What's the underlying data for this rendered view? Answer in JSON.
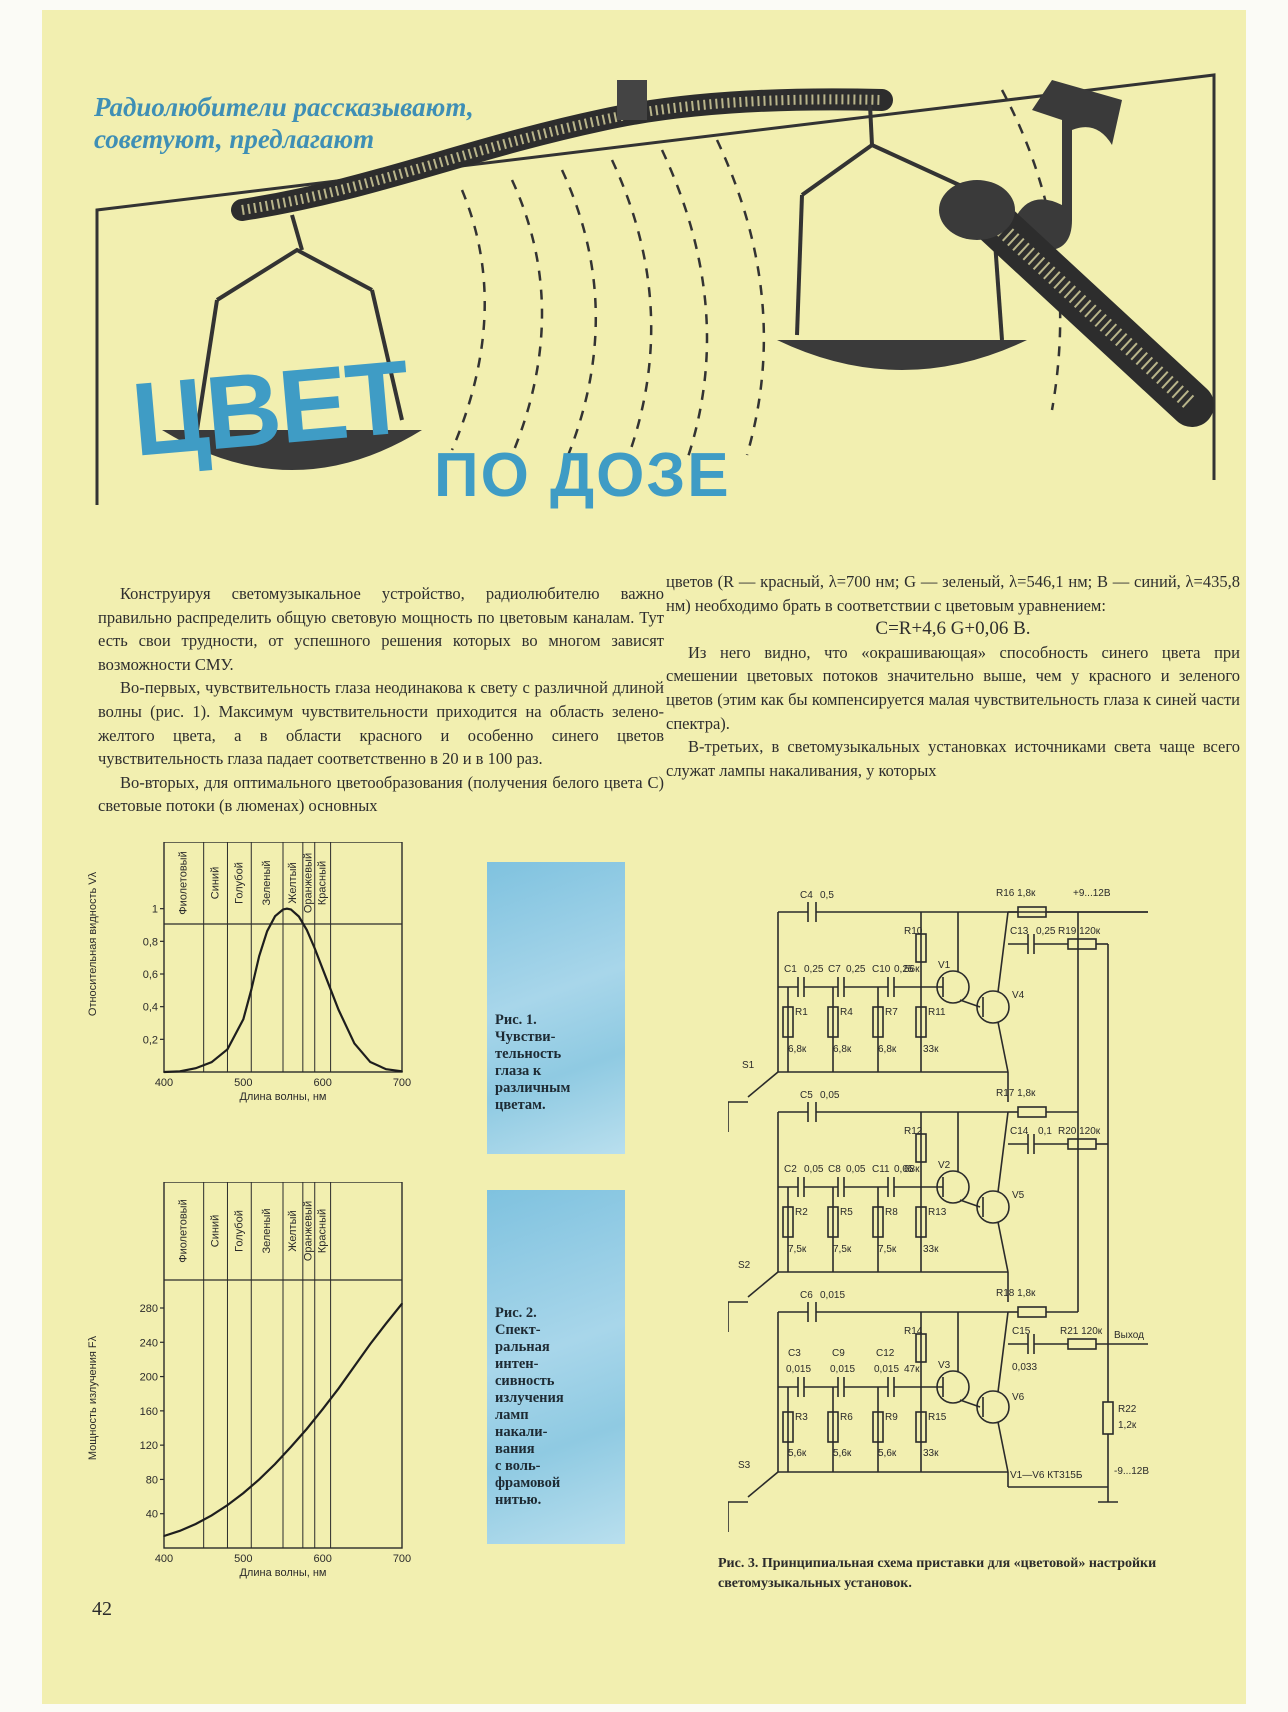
{
  "header": {
    "rubric_line1": "Радиолюбители рассказывают,",
    "rubric_line2": "советуют, предлагают",
    "title_big": "ЦВЕТ",
    "title_sub": "ПО ДОЗЕ"
  },
  "article": {
    "left_paragraphs": [
      "Конструируя светомузыкальное устройство, радиолюбителю важно правильно распределить общую световую мощность по цветовым каналам. Тут есть свои трудности, от успешного решения которых во многом зависят возможности СМУ.",
      "Во-первых, чувствительность глаза неодинакова к свету с различной длиной волны (рис. 1). Максимум чувствительности приходится на область зелено-желтого цвета, а в области красного и особенно синего цветов чувствительность глаза падает соответственно в 20 и в 100 раз.",
      "Во-вторых, для оптимального цветообразования (получения белого цвета С) световые потоки (в люменах) основных"
    ],
    "right_p1": "цветов (R — красный, λ=700 нм; G — зеленый, λ=546,1 нм; B — синий, λ=435,8 нм) необходимо брать в соответствии с цветовым уравнением:",
    "equation": "C=R+4,6 G+0,06 B.",
    "right_p2": "Из него видно, что «окрашивающая» способность синего цвета при смешении цветовых потоков значительно выше, чем у красного и зеленого цветов (этим как бы компенсируется малая чувствительность глаза к синей части спектра).",
    "right_p3": "В-третьих, в светомузыкальных установках источниками света чаще всего служат лампы накаливания, у которых"
  },
  "fig1": {
    "caption_label": "Рис. 1.",
    "caption_lines": [
      "Чувстви-",
      "тельность",
      "глаза к",
      "различным",
      "цветам."
    ]
  },
  "fig2": {
    "caption_label": "Рис. 2.",
    "caption_lines": [
      "Спект-",
      "ральная",
      "интен-",
      "сивность",
      "излучения",
      "ламп",
      "накали-",
      "вания",
      "с воль-",
      "фрамовой",
      "нитью."
    ]
  },
  "fig3": {
    "caption": "Рис. 3. Принципиальная схема приставки для «цветовой» настройки светомузыкальных установок.",
    "labels": {
      "C4": "C4",
      "C4v": "0,5",
      "C5": "C5",
      "C5v": "0,05",
      "C6": "C6",
      "C6v": "0,015",
      "R16": "R16 1,8к",
      "R17": "R17 1,8к",
      "R18": "R18 1,8к",
      "plus": "+9...12В",
      "minus": "-9...12В",
      "C13": "C13",
      "C13v": "0,25",
      "C14": "C14",
      "C14v": "0,1",
      "C15": "C15",
      "C15v": "0,033",
      "R19": "R19 120к",
      "R20": "R20 120к",
      "R21": "R21 120к",
      "out": "Выход",
      "R22": "R22",
      "R22v": "1,2к",
      "R10": "R10",
      "R10v": "56к",
      "R12": "R12",
      "R12v": "68к",
      "R14": "R14",
      "R14v": "47к",
      "V1": "V1",
      "V2": "V2",
      "V3": "V3",
      "V4": "V4",
      "V5": "V5",
      "V6": "V6",
      "C1": "C1",
      "C1v": "0,25",
      "C7": "C7",
      "C7v": "0,25",
      "C10": "C10",
      "C10v": "0,25",
      "C2": "C2",
      "C2v": "0,05",
      "C8": "C8",
      "C8v": "0,05",
      "C11": "C11",
      "C11v": "0,05",
      "C3": "C3",
      "C3v": "0,015",
      "C9": "C9",
      "C9v": "0,015",
      "C12": "C12",
      "C12v": "0,015",
      "R1": "R1",
      "R1v": "6,8к",
      "R4": "R4",
      "R4v": "6,8к",
      "R7": "R7",
      "R7v": "6,8к",
      "R11": "R11",
      "R11v": "33к",
      "R2": "R2",
      "R2v": "7,5к",
      "R5": "R5",
      "R5v": "7,5к",
      "R8": "R8",
      "R8v": "7,5к",
      "R13": "R13",
      "R13v": "33к",
      "R3": "R3",
      "R3v": "5,6к",
      "R6": "R6",
      "R6v": "5,6к",
      "R9": "R9",
      "R9v": "5,6к",
      "R15": "R15",
      "R15v": "33к",
      "S1": "S1",
      "S2": "S2",
      "S3": "S3",
      "note": "V1—V6 КТ315Б"
    }
  },
  "page_number": "42",
  "chart_data": [
    {
      "type": "line",
      "title": "",
      "xlabel": "Длина волны, нм",
      "ylabel": "Относительная видность Vλ",
      "xlim": [
        400,
        700
      ],
      "ylim": [
        0,
        1.2
      ],
      "x_ticks": [
        "400",
        "500",
        "600",
        "700"
      ],
      "y_ticks": [
        "0,2",
        "0,4",
        "0,6",
        "0,8",
        "1"
      ],
      "color_bands": [
        "Фиолетовый",
        "Синий",
        "Голубой",
        "Зеленый",
        "Желтый",
        "Оранжевый",
        "Красный"
      ],
      "band_boundaries": [
        400,
        450,
        480,
        510,
        550,
        575,
        590,
        610,
        700
      ],
      "series": [
        {
          "x": [
            400,
            420,
            440,
            460,
            480,
            500,
            510,
            520,
            530,
            540,
            550,
            555,
            560,
            570,
            580,
            590,
            600,
            620,
            640,
            660,
            680,
            700
          ],
          "y": [
            0.0,
            0.004,
            0.023,
            0.06,
            0.139,
            0.323,
            0.503,
            0.71,
            0.862,
            0.954,
            0.995,
            1.0,
            0.995,
            0.952,
            0.87,
            0.757,
            0.631,
            0.381,
            0.175,
            0.061,
            0.017,
            0.004
          ]
        }
      ]
    },
    {
      "type": "line",
      "title": "",
      "xlabel": "Длина волны, нм",
      "ylabel": "Мощность излучения Fλ",
      "xlim": [
        400,
        700
      ],
      "ylim": [
        0,
        280
      ],
      "x_ticks": [
        "400",
        "500",
        "600",
        "700"
      ],
      "y_ticks": [
        "40",
        "80",
        "120",
        "160",
        "200",
        "240",
        "280"
      ],
      "color_bands": [
        "Фиолетовый",
        "Синий",
        "Голубой",
        "Зеленый",
        "Желтый",
        "Оранжевый",
        "Красный"
      ],
      "band_boundaries": [
        400,
        450,
        480,
        510,
        550,
        575,
        590,
        610,
        700
      ],
      "series": [
        {
          "x": [
            400,
            420,
            440,
            460,
            480,
            500,
            520,
            540,
            560,
            580,
            600,
            620,
            640,
            660,
            680,
            700
          ],
          "y": [
            14,
            20,
            28,
            38,
            50,
            64,
            80,
            98,
            118,
            139,
            162,
            186,
            212,
            238,
            262,
            285
          ]
        }
      ]
    }
  ]
}
